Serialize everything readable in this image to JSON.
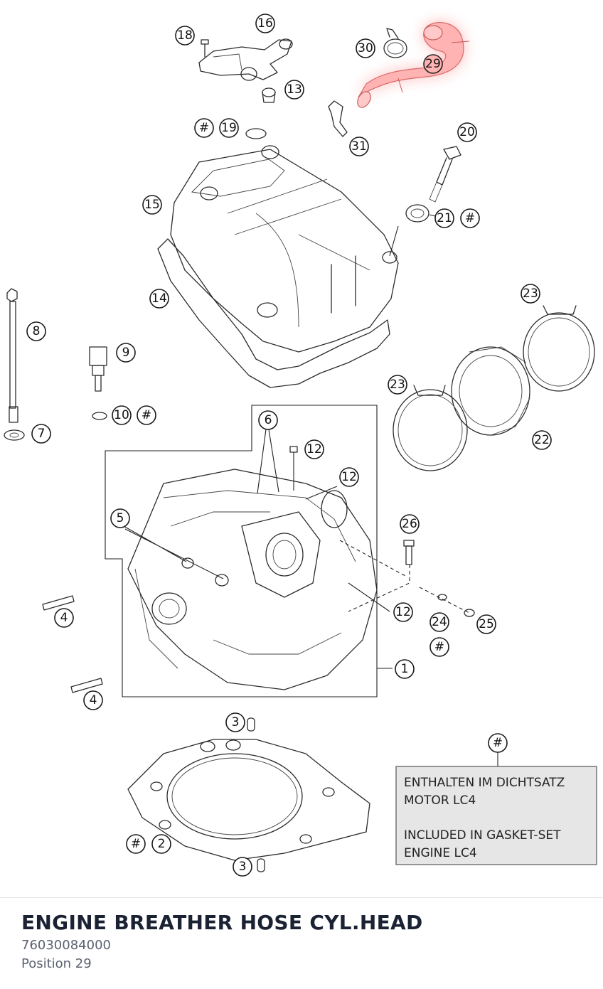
{
  "diagram": {
    "callouts": [
      {
        "id": "c1",
        "label": "1"
      },
      {
        "id": "c2",
        "label": "2"
      },
      {
        "id": "c2h",
        "label": "#"
      },
      {
        "id": "c3a",
        "label": "3"
      },
      {
        "id": "c3b",
        "label": "3"
      },
      {
        "id": "c4a",
        "label": "4"
      },
      {
        "id": "c4b",
        "label": "4"
      },
      {
        "id": "c5",
        "label": "5"
      },
      {
        "id": "c6",
        "label": "6"
      },
      {
        "id": "c7",
        "label": "7"
      },
      {
        "id": "c8",
        "label": "8"
      },
      {
        "id": "c9",
        "label": "9"
      },
      {
        "id": "c10",
        "label": "10"
      },
      {
        "id": "c10h",
        "label": "#"
      },
      {
        "id": "c12a",
        "label": "12"
      },
      {
        "id": "c12b",
        "label": "12"
      },
      {
        "id": "c12c",
        "label": "12"
      },
      {
        "id": "c13",
        "label": "13"
      },
      {
        "id": "c14",
        "label": "14"
      },
      {
        "id": "c15",
        "label": "15"
      },
      {
        "id": "c16",
        "label": "16"
      },
      {
        "id": "c18",
        "label": "18"
      },
      {
        "id": "c19",
        "label": "19"
      },
      {
        "id": "c19h",
        "label": "#"
      },
      {
        "id": "c20",
        "label": "20"
      },
      {
        "id": "c21",
        "label": "21"
      },
      {
        "id": "c21h",
        "label": "#"
      },
      {
        "id": "c22",
        "label": "22"
      },
      {
        "id": "c23a",
        "label": "23"
      },
      {
        "id": "c23b",
        "label": "23"
      },
      {
        "id": "c24",
        "label": "24"
      },
      {
        "id": "c24h",
        "label": "#"
      },
      {
        "id": "c25",
        "label": "25"
      },
      {
        "id": "c26",
        "label": "26"
      },
      {
        "id": "c29",
        "label": "29"
      },
      {
        "id": "c30",
        "label": "30"
      },
      {
        "id": "c31",
        "label": "31"
      },
      {
        "id": "cnote",
        "label": "#"
      }
    ],
    "highlighted_position": "29",
    "highlight_color": "#ff8080",
    "note": {
      "line1": "ENTHALTEN IM DICHTSATZ",
      "line2": "MOTOR LC4",
      "line3": "INCLUDED IN GASKET-SET",
      "line4": "ENGINE LC4"
    }
  },
  "part": {
    "title": "ENGINE BREATHER HOSE CYL.HEAD",
    "number": "76030084000",
    "position_label": "Position 29"
  }
}
